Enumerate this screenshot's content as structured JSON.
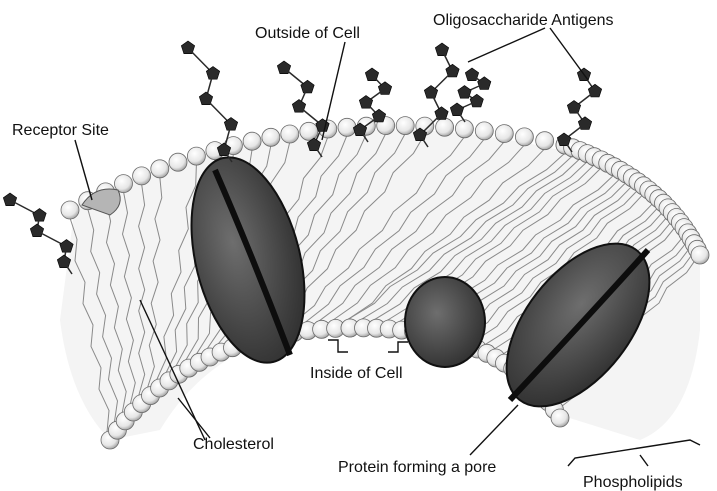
{
  "labels": {
    "outside_of_cell": "Outside of Cell",
    "oligosaccharide_antigens": "Oligosaccharide Antigens",
    "receptor_site": "Receptor Site",
    "inside_of_cell": "Inside of Cell",
    "cholesterol": "Cholesterol",
    "protein_pore": "Protein forming a pore",
    "phospholipids": "Phospholipids"
  },
  "colors": {
    "line": "#111111",
    "head_fill": "#f2f2f2",
    "head_stroke": "#6a6a6a",
    "tail": "#8a8a8a",
    "protein_fill": "#4a4a4a",
    "protein_dark": "#1a1a1a",
    "sugar": "#2a2a2a"
  }
}
